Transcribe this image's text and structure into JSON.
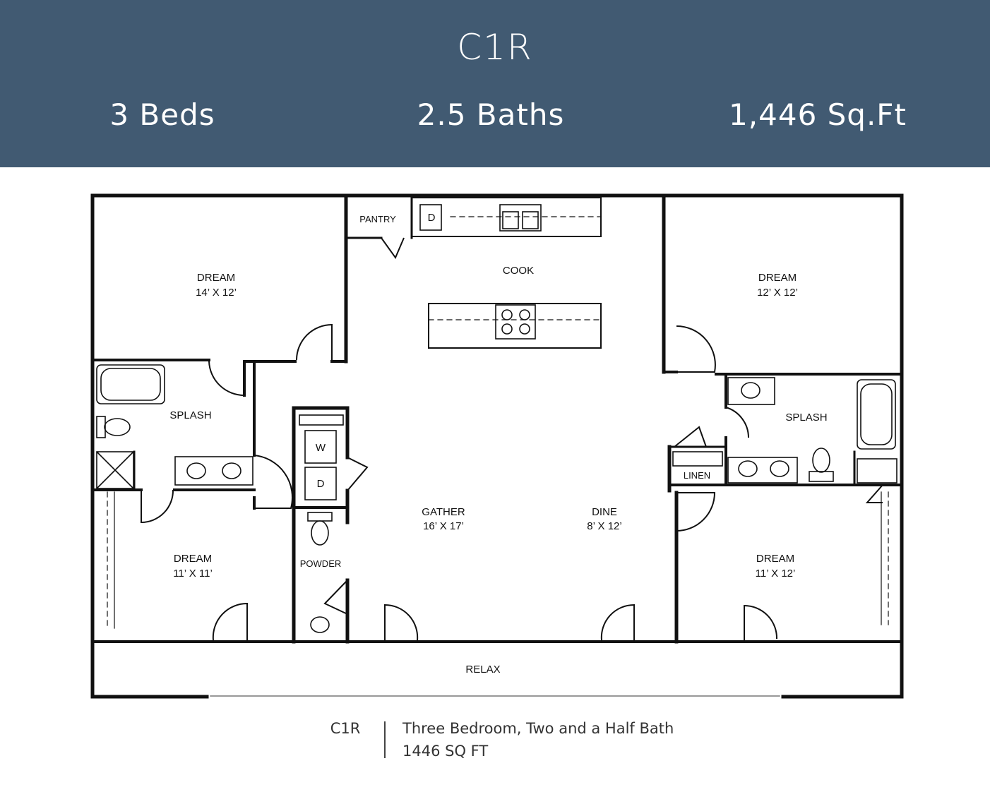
{
  "header": {
    "plan_name": "C1R",
    "beds": "3 Beds",
    "baths": "2.5 Baths",
    "sqft": "1,446 Sq.Ft"
  },
  "rooms": {
    "dream_nw": {
      "name": "DREAM",
      "size": "14’ X 12’"
    },
    "dream_ne": {
      "name": "DREAM",
      "size": "12’ X 12’"
    },
    "dream_sw": {
      "name": "DREAM",
      "size": "11’ X 11’"
    },
    "dream_se": {
      "name": "DREAM",
      "size": "11’ X 12’"
    },
    "gather": {
      "name": "GATHER",
      "size": "16’ X 17’"
    },
    "dine": {
      "name": "DINE",
      "size": "8’ X 12’"
    },
    "cook": {
      "name": "COOK"
    },
    "pantry": {
      "name": "PANTRY"
    },
    "splash_w": {
      "name": "SPLASH"
    },
    "splash_e": {
      "name": "SPLASH"
    },
    "powder": {
      "name": "POWDER"
    },
    "linen": {
      "name": "LINEN"
    },
    "relax": {
      "name": "RELAX"
    }
  },
  "appliances": {
    "dishwasher": "D",
    "washer": "W",
    "dryer": "D"
  },
  "footer": {
    "code": "C1R",
    "description": "Three Bedroom, Two and a Half Bath",
    "sqft": "1446 SQ FT"
  },
  "colors": {
    "header_bg": "#415a72",
    "wall": "#111111"
  }
}
